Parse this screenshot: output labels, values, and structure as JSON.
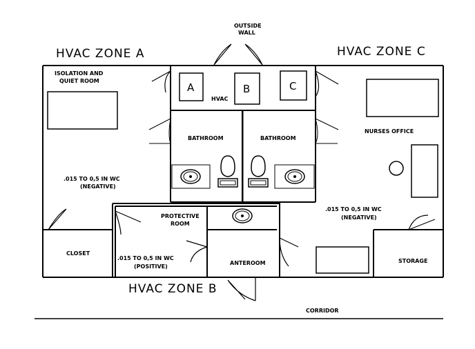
{
  "labels": {
    "outside_wall_1": "OUTSIDE",
    "outside_wall_2": "WALL",
    "zone_a": "HVAC ZONE A",
    "zone_b": "HVAC ZONE B",
    "zone_c": "HVAC ZONE C",
    "isolation_1": "ISOLATION AND",
    "isolation_2": "QUIET ROOM",
    "hvac": "HVAC",
    "unit_a": "A",
    "unit_b": "B",
    "unit_c": "C",
    "bathroom_left": "BATHROOM",
    "bathroom_right": "BATHROOM",
    "nurses_office": "NURSES OFFICE",
    "pressure_a_1": ".015 TO 0,5 IN WC",
    "pressure_a_2": "(NEGATIVE)",
    "pressure_c_1": ".015 TO 0,5 IN WC",
    "pressure_c_2": "(NEGATIVE)",
    "protective_1": "PROTECTIVE",
    "protective_2": "ROOM",
    "pressure_b_1": ".015 TO 0,5 IN WC",
    "pressure_b_2": "(POSITIVE)",
    "closet": "CLOSET",
    "anteroom": "ANTEROOM",
    "storage": "STORAGE",
    "corridor": "CORRIDOR"
  }
}
